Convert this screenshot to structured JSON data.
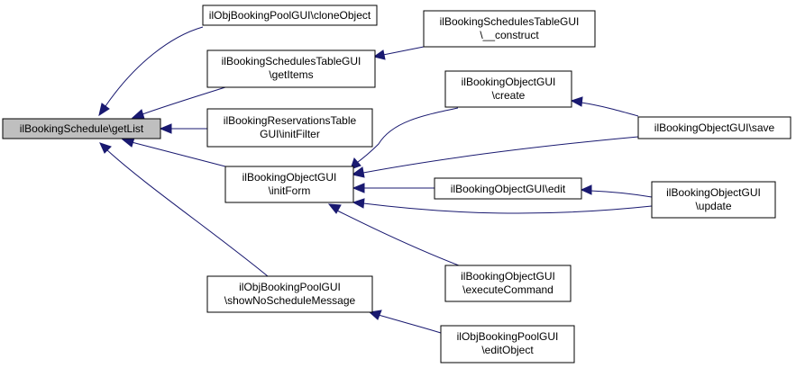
{
  "colors": {
    "edge": "#191970",
    "root_fill": "#bfbfbf",
    "node_fill": "#ffffff",
    "node_border": "#000000"
  },
  "nodes": {
    "root": {
      "lines": [
        "ilBookingSchedule\\getList"
      ]
    },
    "clone": {
      "lines": [
        "ilObjBookingPoolGUI\\cloneObject"
      ]
    },
    "getitems": {
      "lines": [
        "ilBookingSchedulesTableGUI",
        "\\getItems"
      ]
    },
    "construct": {
      "lines": [
        "ilBookingSchedulesTableGUI",
        "\\__construct"
      ]
    },
    "initfilter": {
      "lines": [
        "ilBookingReservationsTable",
        "GUI\\initFilter"
      ]
    },
    "initform": {
      "lines": [
        "ilBookingObjectGUI",
        "\\initForm"
      ]
    },
    "create": {
      "lines": [
        "ilBookingObjectGUI",
        "\\create"
      ]
    },
    "save": {
      "lines": [
        "ilBookingObjectGUI\\save"
      ]
    },
    "edit": {
      "lines": [
        "ilBookingObjectGUI\\edit"
      ]
    },
    "update": {
      "lines": [
        "ilBookingObjectGUI",
        "\\update"
      ]
    },
    "execcmd": {
      "lines": [
        "ilBookingObjectGUI",
        "\\executeCommand"
      ]
    },
    "shownosched": {
      "lines": [
        "ilObjBookingPoolGUI",
        "\\showNoScheduleMessage"
      ]
    },
    "editobj": {
      "lines": [
        "ilObjBookingPoolGUI",
        "\\editObject"
      ]
    }
  },
  "edges": [
    {
      "from": "clone",
      "to": "root"
    },
    {
      "from": "getitems",
      "to": "root"
    },
    {
      "from": "initfilter",
      "to": "root"
    },
    {
      "from": "initform",
      "to": "root"
    },
    {
      "from": "shownosched",
      "to": "root"
    },
    {
      "from": "construct",
      "to": "getitems"
    },
    {
      "from": "create",
      "to": "initform"
    },
    {
      "from": "save",
      "to": "initform"
    },
    {
      "from": "edit",
      "to": "initform"
    },
    {
      "from": "update",
      "to": "initform"
    },
    {
      "from": "execcmd",
      "to": "initform"
    },
    {
      "from": "save",
      "to": "create"
    },
    {
      "from": "update",
      "to": "edit"
    },
    {
      "from": "editobj",
      "to": "shownosched"
    }
  ]
}
